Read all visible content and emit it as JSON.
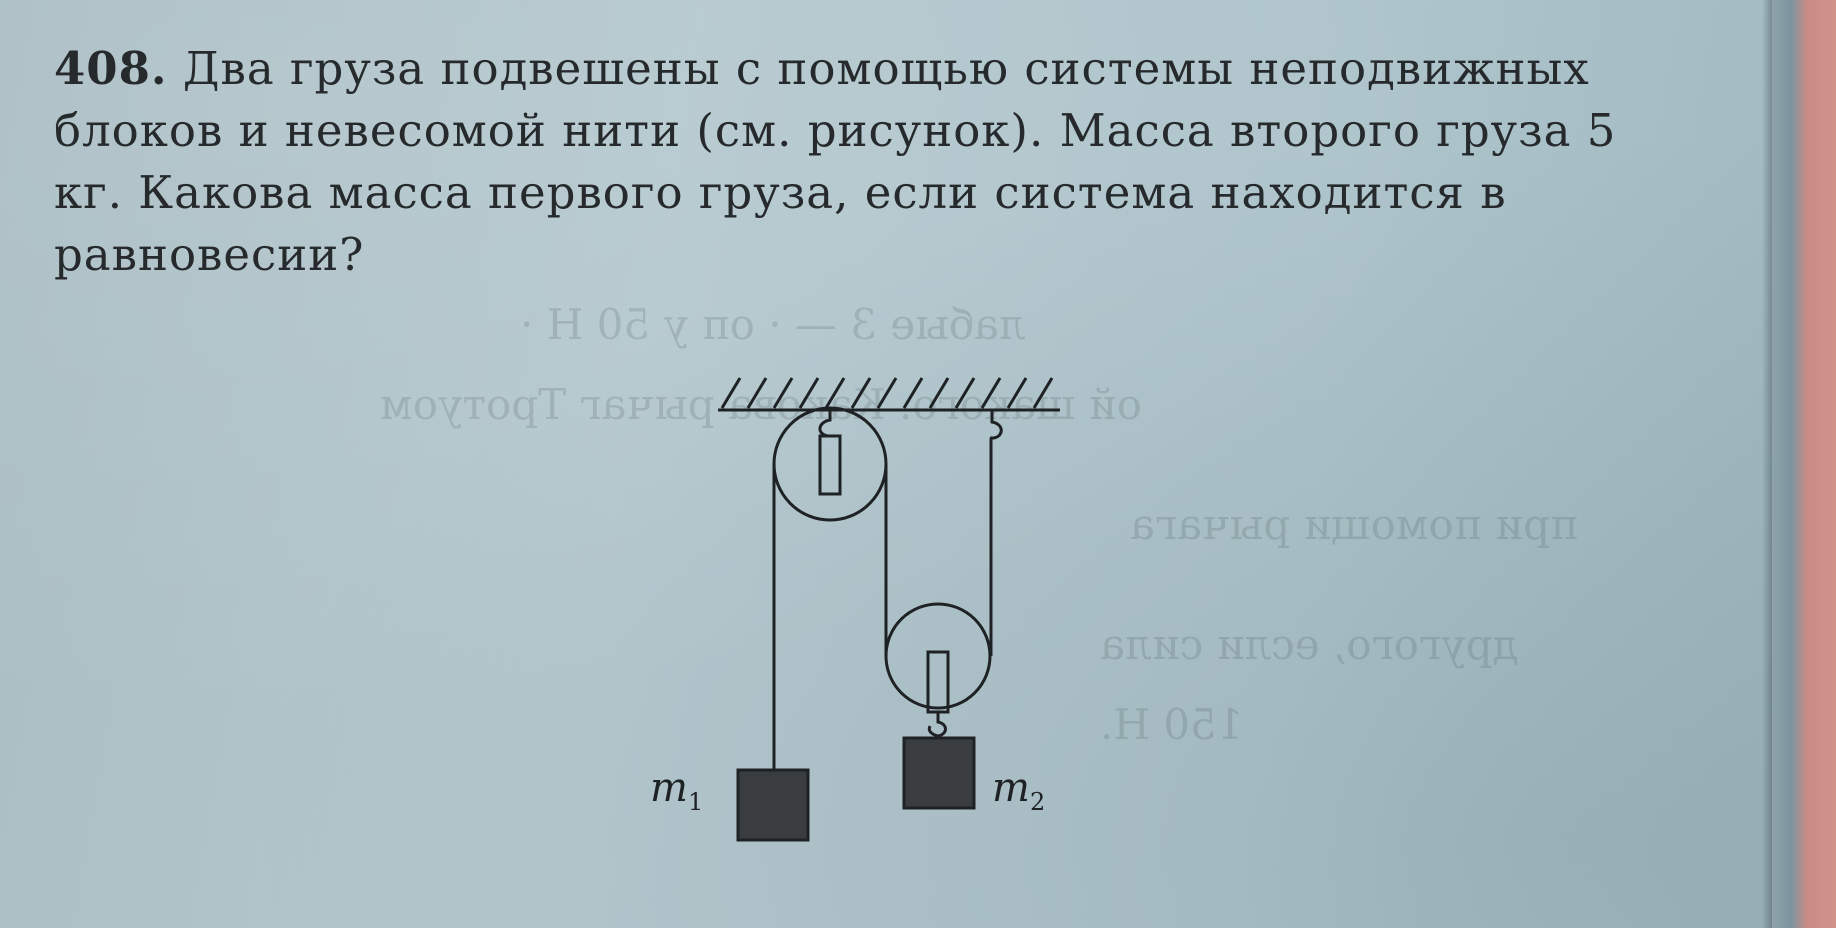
{
  "problem": {
    "number": "408.",
    "text": "Два груза подвешены с помощью системы неподвижных блоков и невесомой нити (см. рисунок). Масса второго груза 5 кг. Какова масса первого груза, если система находится в равновесии?"
  },
  "figure": {
    "mass1_symbol": "m",
    "mass1_index": "1",
    "mass2_symbol": "m",
    "mass2_index": "2"
  }
}
